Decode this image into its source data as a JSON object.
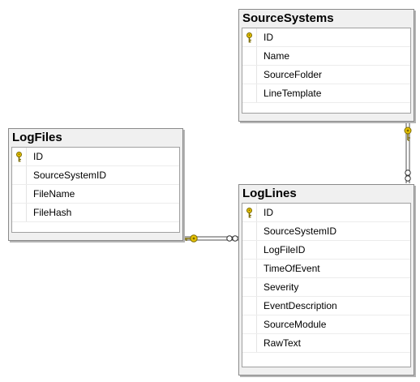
{
  "tables": {
    "source_systems": {
      "title": "SourceSystems",
      "columns": [
        "ID",
        "Name",
        "SourceFolder",
        "LineTemplate"
      ],
      "primary_key": "ID"
    },
    "log_files": {
      "title": "LogFiles",
      "columns": [
        "ID",
        "SourceSystemID",
        "FileName",
        "FileHash"
      ],
      "primary_key": "ID"
    },
    "log_lines": {
      "title": "LogLines",
      "columns": [
        "ID",
        "SourceSystemID",
        "LogFileID",
        "TimeOfEvent",
        "Severity",
        "EventDescription",
        "SourceModule",
        "RawText"
      ],
      "primary_key": "ID"
    }
  },
  "relationships": [
    {
      "from": "SourceSystems",
      "to": "LogLines",
      "from_end": "key-icon",
      "to_end": "infinity-icon"
    },
    {
      "from": "LogFiles",
      "to": "LogLines",
      "from_end": "key-icon",
      "to_end": "infinity-icon"
    }
  ],
  "colors": {
    "key": "#e8c200",
    "connector": "#505050",
    "panel": "#f0f0f0"
  }
}
